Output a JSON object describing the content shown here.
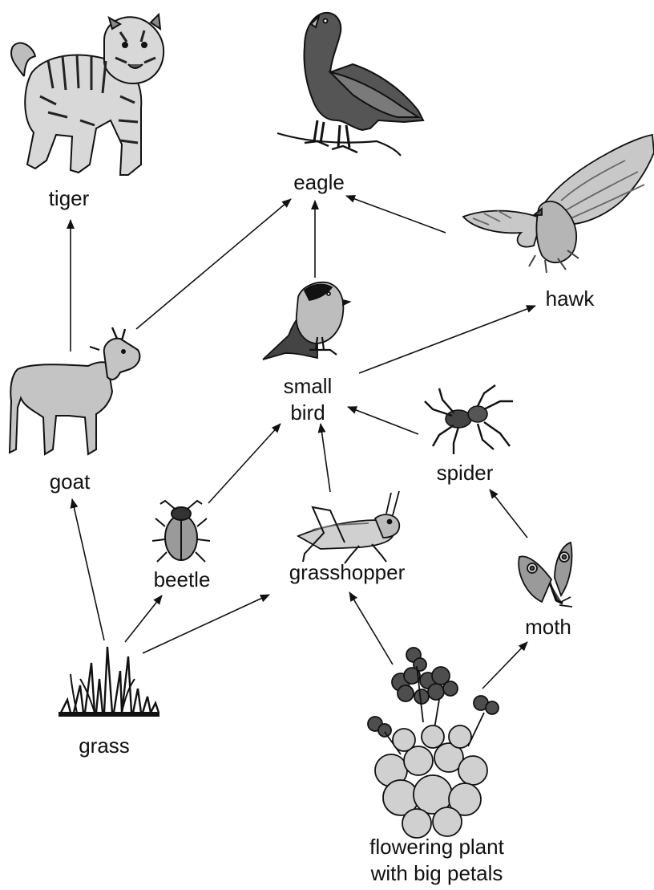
{
  "labels": {
    "tiger": "tiger",
    "eagle": "eagle",
    "hawk": "hawk",
    "small_bird_line1": "small",
    "small_bird_line2": "bird",
    "spider": "spider",
    "goat": "goat",
    "beetle": "beetle",
    "grasshopper": "grasshopper",
    "moth": "moth",
    "grass": "grass",
    "flowering_plant_line1": "flowering plant",
    "flowering_plant_line2": "with big petals"
  },
  "icons": {
    "tiger": "tiger-icon",
    "eagle": "eagle-icon",
    "hawk": "hawk-icon",
    "small_bird": "small-bird-icon",
    "spider": "spider-icon",
    "goat": "goat-icon",
    "beetle": "beetle-icon",
    "grasshopper": "grasshopper-icon",
    "moth": "moth-icon",
    "grass": "grass-icon",
    "flowering_plant": "flowering-plant-icon"
  },
  "food_web": [
    {
      "from": "grass",
      "to": "goat"
    },
    {
      "from": "grass",
      "to": "beetle"
    },
    {
      "from": "grass",
      "to": "grasshopper"
    },
    {
      "from": "flowering plant with big petals",
      "to": "grasshopper"
    },
    {
      "from": "flowering plant with big petals",
      "to": "moth"
    },
    {
      "from": "moth",
      "to": "spider"
    },
    {
      "from": "spider",
      "to": "small bird"
    },
    {
      "from": "grasshopper",
      "to": "small bird"
    },
    {
      "from": "beetle",
      "to": "small bird"
    },
    {
      "from": "goat",
      "to": "tiger"
    },
    {
      "from": "goat",
      "to": "eagle"
    },
    {
      "from": "small bird",
      "to": "eagle"
    },
    {
      "from": "small bird",
      "to": "hawk"
    },
    {
      "from": "hawk",
      "to": "eagle"
    }
  ],
  "colors": {
    "ink": "#111111",
    "fill_light": "#d4d4d4",
    "fill_mid": "#a8a8a8",
    "fill_dark": "#4a4a4a"
  }
}
